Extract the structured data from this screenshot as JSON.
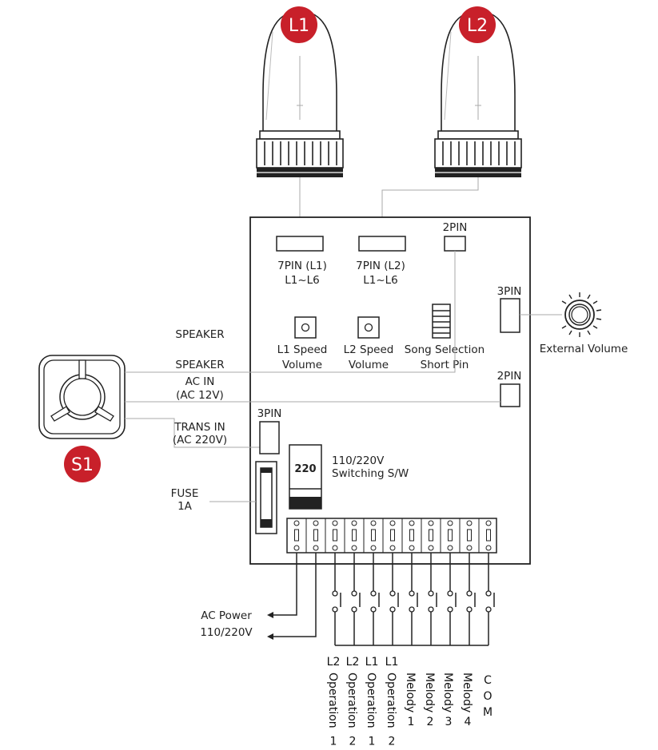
{
  "badges": {
    "l1": "L1",
    "l2": "L2",
    "s1": "S1"
  },
  "colors": {
    "badge": "#c8202a",
    "line": "#222222",
    "thin_line": "#aaaaaa"
  },
  "board": {
    "pin7_l1": {
      "line1": "7PIN (L1)",
      "line2": "L1~L6"
    },
    "pin7_l2": {
      "line1": "7PIN (L2)",
      "line2": "L1~L6"
    },
    "pin2_top": "2PIN",
    "pin3_right": "3PIN",
    "pin2_right": "2PIN",
    "pin3_left": "3PIN",
    "l1_speed": {
      "line1": "L1 Speed",
      "line2": "Volume"
    },
    "l2_speed": {
      "line1": "L2 Speed",
      "line2": "Volume"
    },
    "song": {
      "line1": "Song Selection",
      "line2": "Short Pin"
    },
    "switch_value": "220",
    "switch_label": {
      "line1": "110/220V",
      "line2": "Switching S/W"
    }
  },
  "external_volume": "External Volume",
  "left_labels": {
    "speaker1": "SPEAKER",
    "speaker2": "SPEAKER",
    "ac_in": {
      "line1": "AC IN",
      "line2": "(AC 12V)"
    },
    "trans_in": {
      "line1": "TRANS IN",
      "line2": "(AC 220V)"
    },
    "fuse": {
      "line1": "FUSE",
      "line2": "1A"
    }
  },
  "ac_power": {
    "line1": "AC Power",
    "line2": "110/220V"
  },
  "terminals": [
    {
      "top": "L2",
      "word": "Operation",
      "num": "1"
    },
    {
      "top": "L2",
      "word": "Operation",
      "num": "2"
    },
    {
      "top": "L1",
      "word": "Operation",
      "num": "1"
    },
    {
      "top": "L1",
      "word": "Operation",
      "num": "2"
    },
    {
      "top": "",
      "word": "Melody",
      "num": "1"
    },
    {
      "top": "",
      "word": "Melody",
      "num": "2"
    },
    {
      "top": "",
      "word": "Melody",
      "num": "3"
    },
    {
      "top": "",
      "word": "Melody",
      "num": "4"
    }
  ],
  "com": [
    "C",
    "O",
    "M"
  ]
}
